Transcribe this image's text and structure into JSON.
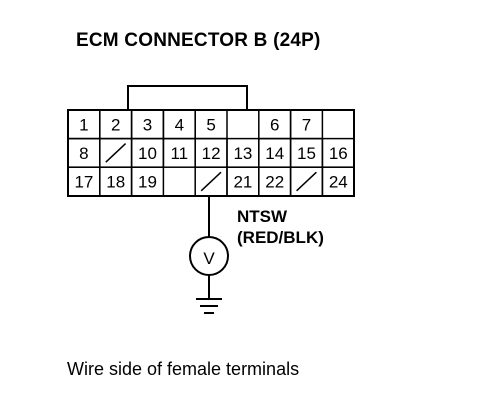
{
  "title": "ECM CONNECTOR B (24P)",
  "caption": "Wire side of female terminals",
  "terminal_label": "NTSW",
  "wire_color": "(RED/BLK)",
  "meter_symbol": "V",
  "row1": [
    {
      "label": "1"
    },
    {
      "label": "2"
    },
    {
      "label": "3"
    },
    {
      "label": "4"
    },
    {
      "label": "5"
    },
    {
      "label": "",
      "gap": true
    },
    {
      "label": "6"
    },
    {
      "label": "7"
    }
  ],
  "row2": [
    {
      "label": "8"
    },
    {
      "label": "",
      "slash": true
    },
    {
      "label": "10"
    },
    {
      "label": "11"
    },
    {
      "label": "12"
    },
    {
      "label": "13"
    },
    {
      "label": "14"
    },
    {
      "label": "15"
    },
    {
      "label": "16"
    }
  ],
  "row3": [
    {
      "label": "17"
    },
    {
      "label": "18"
    },
    {
      "label": "19"
    },
    {
      "label": "",
      "gap": true
    },
    {
      "label": "",
      "slash": true,
      "probe": true
    },
    {
      "label": "21"
    },
    {
      "label": "22"
    },
    {
      "label": "",
      "slash": true
    },
    {
      "label": "24"
    }
  ]
}
